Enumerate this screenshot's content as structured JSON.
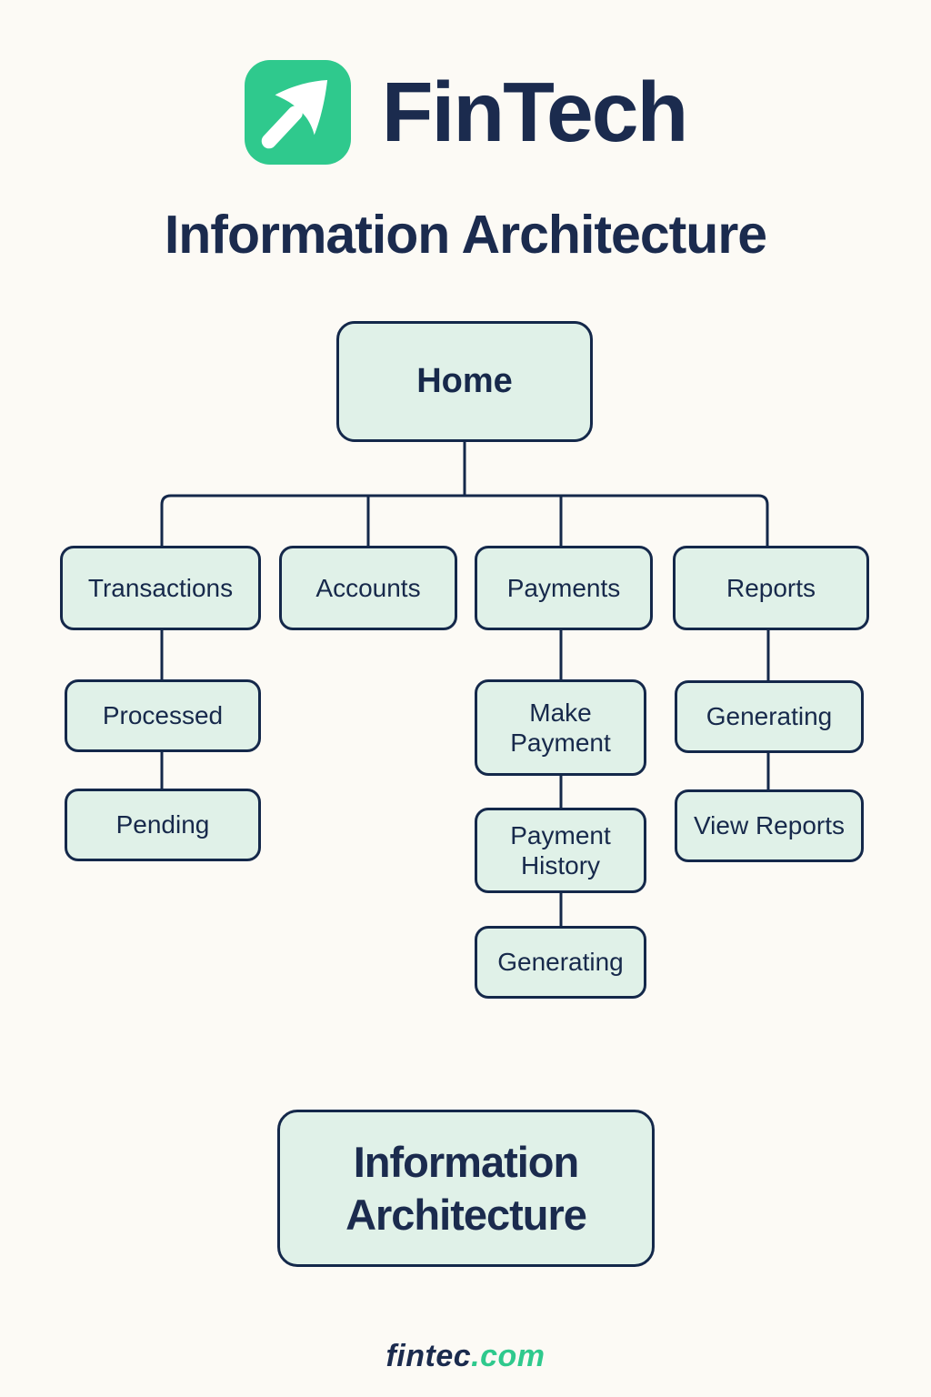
{
  "brand": {
    "name": "FinTech",
    "logo_icon": "arrow-up-right"
  },
  "page_title": "Information Architecture",
  "diagram": {
    "type": "tree",
    "nodes": {
      "home": {
        "label": "Home",
        "level": 0
      },
      "transactions": {
        "label": "Transactions",
        "level": 1
      },
      "accounts": {
        "label": "Accounts",
        "level": 1
      },
      "payments": {
        "label": "Payments",
        "level": 1
      },
      "reports": {
        "label": "Reports",
        "level": 1
      },
      "processed": {
        "label": "Processed",
        "level": 2
      },
      "pending": {
        "label": "Pending",
        "level": 3
      },
      "make_payment": {
        "label": "Make Payment",
        "level": 2
      },
      "payment_history": {
        "label": "Payment History",
        "level": 3
      },
      "payments_generating": {
        "label": "Generating",
        "level": 4
      },
      "reports_generating": {
        "label": "Generating",
        "level": 2
      },
      "view_reports": {
        "label": "View Reports",
        "level": 3
      }
    },
    "edges": [
      [
        "home",
        "transactions"
      ],
      [
        "home",
        "accounts"
      ],
      [
        "home",
        "payments"
      ],
      [
        "home",
        "reports"
      ],
      [
        "transactions",
        "processed"
      ],
      [
        "processed",
        "pending"
      ],
      [
        "payments",
        "make_payment"
      ],
      [
        "make_payment",
        "payment_history"
      ],
      [
        "payment_history",
        "payments_generating"
      ],
      [
        "reports",
        "reports_generating"
      ],
      [
        "reports_generating",
        "view_reports"
      ]
    ]
  },
  "bottom_label": "Information Architecture",
  "footer": {
    "domain": "fintec",
    "tld": ".com"
  },
  "colors": {
    "background": "#fcfaf5",
    "node_fill": "#e0f1e8",
    "line_and_border": "#14284a",
    "text_navy": "#1b2b4e",
    "brand_green": "#2fc98d"
  }
}
